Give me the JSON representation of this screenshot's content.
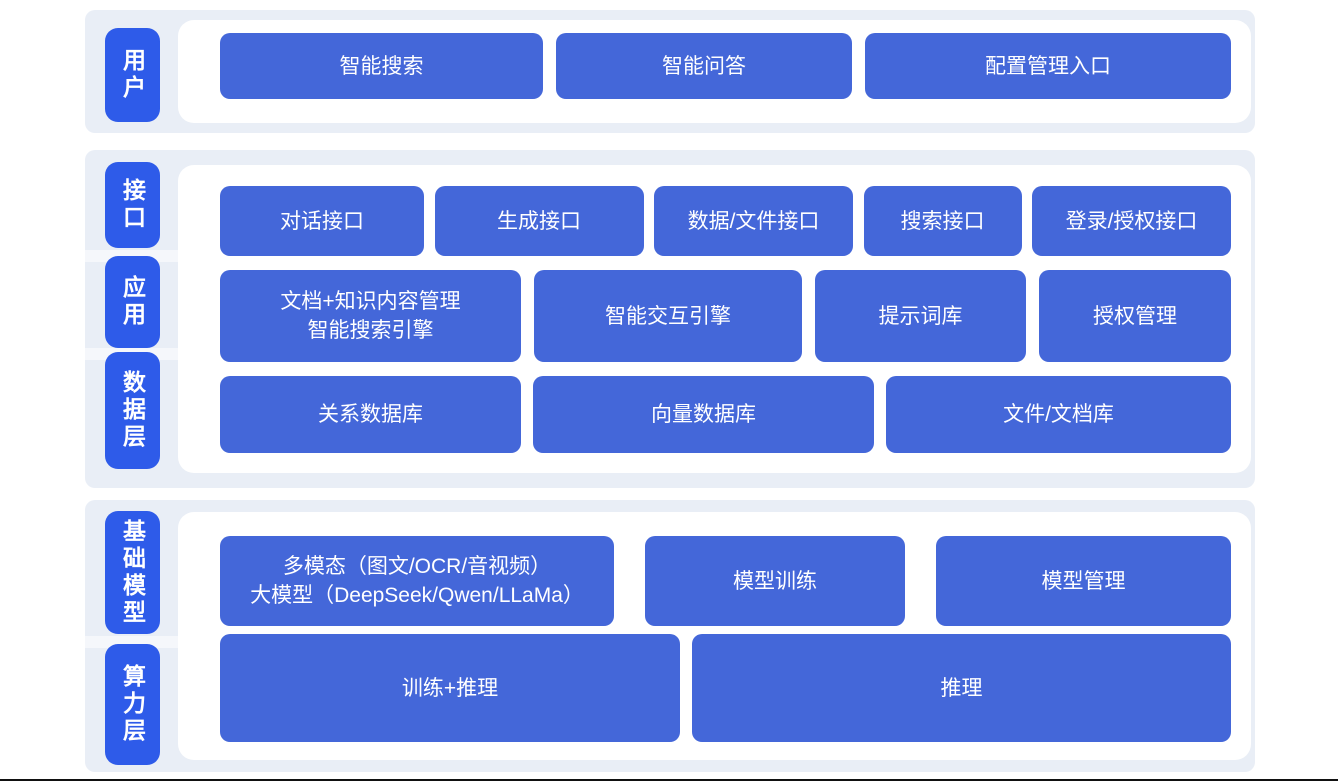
{
  "colors": {
    "band_background": "#e9eef6",
    "label_box_blue": "#2e5be9",
    "node_box_blue": "#4467d9",
    "text_white": "#ffffff",
    "bottom_rule": "#111111"
  },
  "sections": [
    {
      "labels": [
        "用户"
      ],
      "rows": [
        [
          {
            "lines": [
              "智能搜索"
            ]
          },
          {
            "lines": [
              "智能问答"
            ]
          },
          {
            "lines": [
              "配置管理入口"
            ]
          }
        ]
      ]
    },
    {
      "labels": [
        "接口",
        "应用",
        "数据层"
      ],
      "rows": [
        [
          {
            "lines": [
              "对话接口"
            ]
          },
          {
            "lines": [
              "生成接口"
            ]
          },
          {
            "lines": [
              "数据/文件接口"
            ]
          },
          {
            "lines": [
              "搜索接口"
            ]
          },
          {
            "lines": [
              "登录/授权接口"
            ]
          }
        ],
        [
          {
            "lines": [
              "文档+知识内容管理",
              "智能搜索引擎"
            ]
          },
          {
            "lines": [
              "智能交互引擎"
            ]
          },
          {
            "lines": [
              "提示词库"
            ]
          },
          {
            "lines": [
              "授权管理"
            ]
          }
        ],
        [
          {
            "lines": [
              "关系数据库"
            ]
          },
          {
            "lines": [
              "向量数据库"
            ]
          },
          {
            "lines": [
              "文件/文档库"
            ]
          }
        ]
      ]
    },
    {
      "labels": [
        "基础模型",
        "算力层"
      ],
      "rows": [
        [
          {
            "lines": [
              "多模态（图文/OCR/音视频）",
              "大模型（DeepSeek/Qwen/LLaMa）"
            ]
          },
          {
            "lines": [
              "模型训练"
            ]
          },
          {
            "lines": [
              "模型管理"
            ]
          }
        ],
        [
          {
            "lines": [
              "训练+推理"
            ]
          },
          {
            "lines": [
              "推理"
            ]
          }
        ]
      ]
    }
  ]
}
